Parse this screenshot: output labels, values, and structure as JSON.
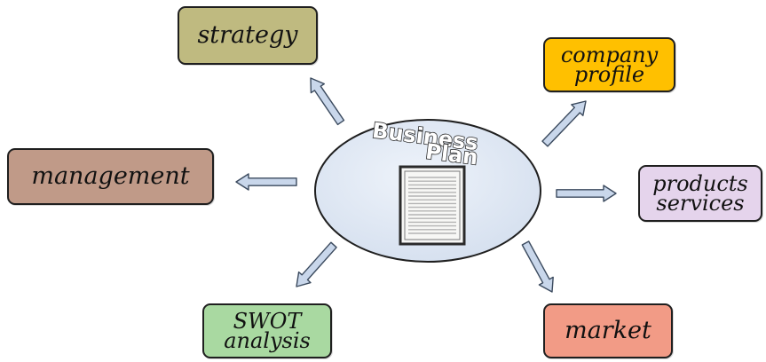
{
  "center": {
    "title_line1": "Business",
    "title_line2": "Plan",
    "fill_color": "#dde6f2",
    "icon": "document-sheet-icon"
  },
  "nodes": [
    {
      "id": "strategy",
      "lines": [
        "strategy"
      ],
      "color": "#bfba80"
    },
    {
      "id": "company_profile",
      "lines": [
        "company",
        "profile"
      ],
      "color": "#ffc000"
    },
    {
      "id": "management",
      "lines": [
        "management"
      ],
      "color": "#c09a88"
    },
    {
      "id": "products_services",
      "lines": [
        "products",
        "services"
      ],
      "color": "#e5d4ec"
    },
    {
      "id": "swot_analysis",
      "lines": [
        "SWOT",
        "analysis"
      ],
      "color": "#a9d9a1"
    },
    {
      "id": "market",
      "lines": [
        "market"
      ],
      "color": "#f29b86"
    }
  ],
  "arrow_color": "#c9d7eb",
  "arrow_icon": "block-arrow-icon"
}
